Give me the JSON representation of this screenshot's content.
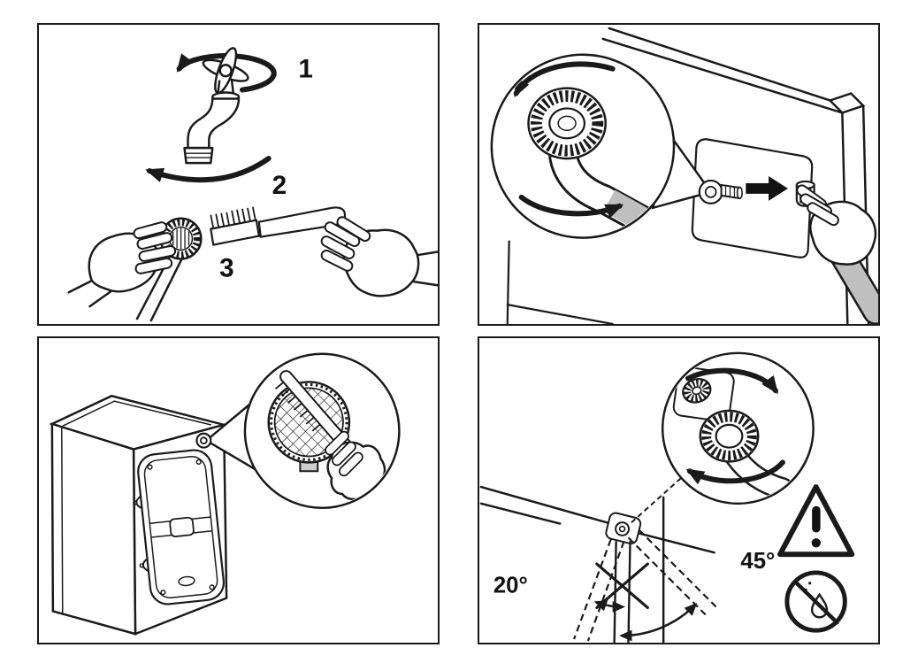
{
  "figure": {
    "type": "appliance-manual-illustration",
    "background": "#ffffff",
    "line_color": "#1a1a1a",
    "hose_gray": "#bfbfbf"
  },
  "panels": {
    "panel1": {
      "step1_label": "1",
      "step2_label": "2",
      "step3_label": "3",
      "icons": [
        "tap-icon",
        "rotation-arrow-icon",
        "unscrew-arrow-icon",
        "hand-icon",
        "inlet-filter-icon",
        "cleaning-brush-icon"
      ]
    },
    "panel2": {
      "icons": [
        "magnifier-callout-circle",
        "hose-ring-nut-icon",
        "counterclockwise-arrows-icon",
        "inlet-valve-icon",
        "pull-out-arrow-icon",
        "filter-insert-icon",
        "hand-icon",
        "inlet-hose-icon"
      ]
    },
    "panel3": {
      "icons": [
        "washing-machine-rear-icon",
        "magnifier-callout-circle",
        "mesh-filter-icon",
        "cleaning-brush-icon",
        "hand-icon"
      ]
    },
    "panel4": {
      "angle_left_label": "20°",
      "angle_right_label": "45°",
      "icons": [
        "magnifier-callout-circle",
        "hose-ring-nut-icon",
        "clockwise-arrows-icon",
        "warning-triangle-icon",
        "exclamation-icon",
        "no-dripping-icon",
        "crossed-out-position-icon"
      ]
    }
  }
}
